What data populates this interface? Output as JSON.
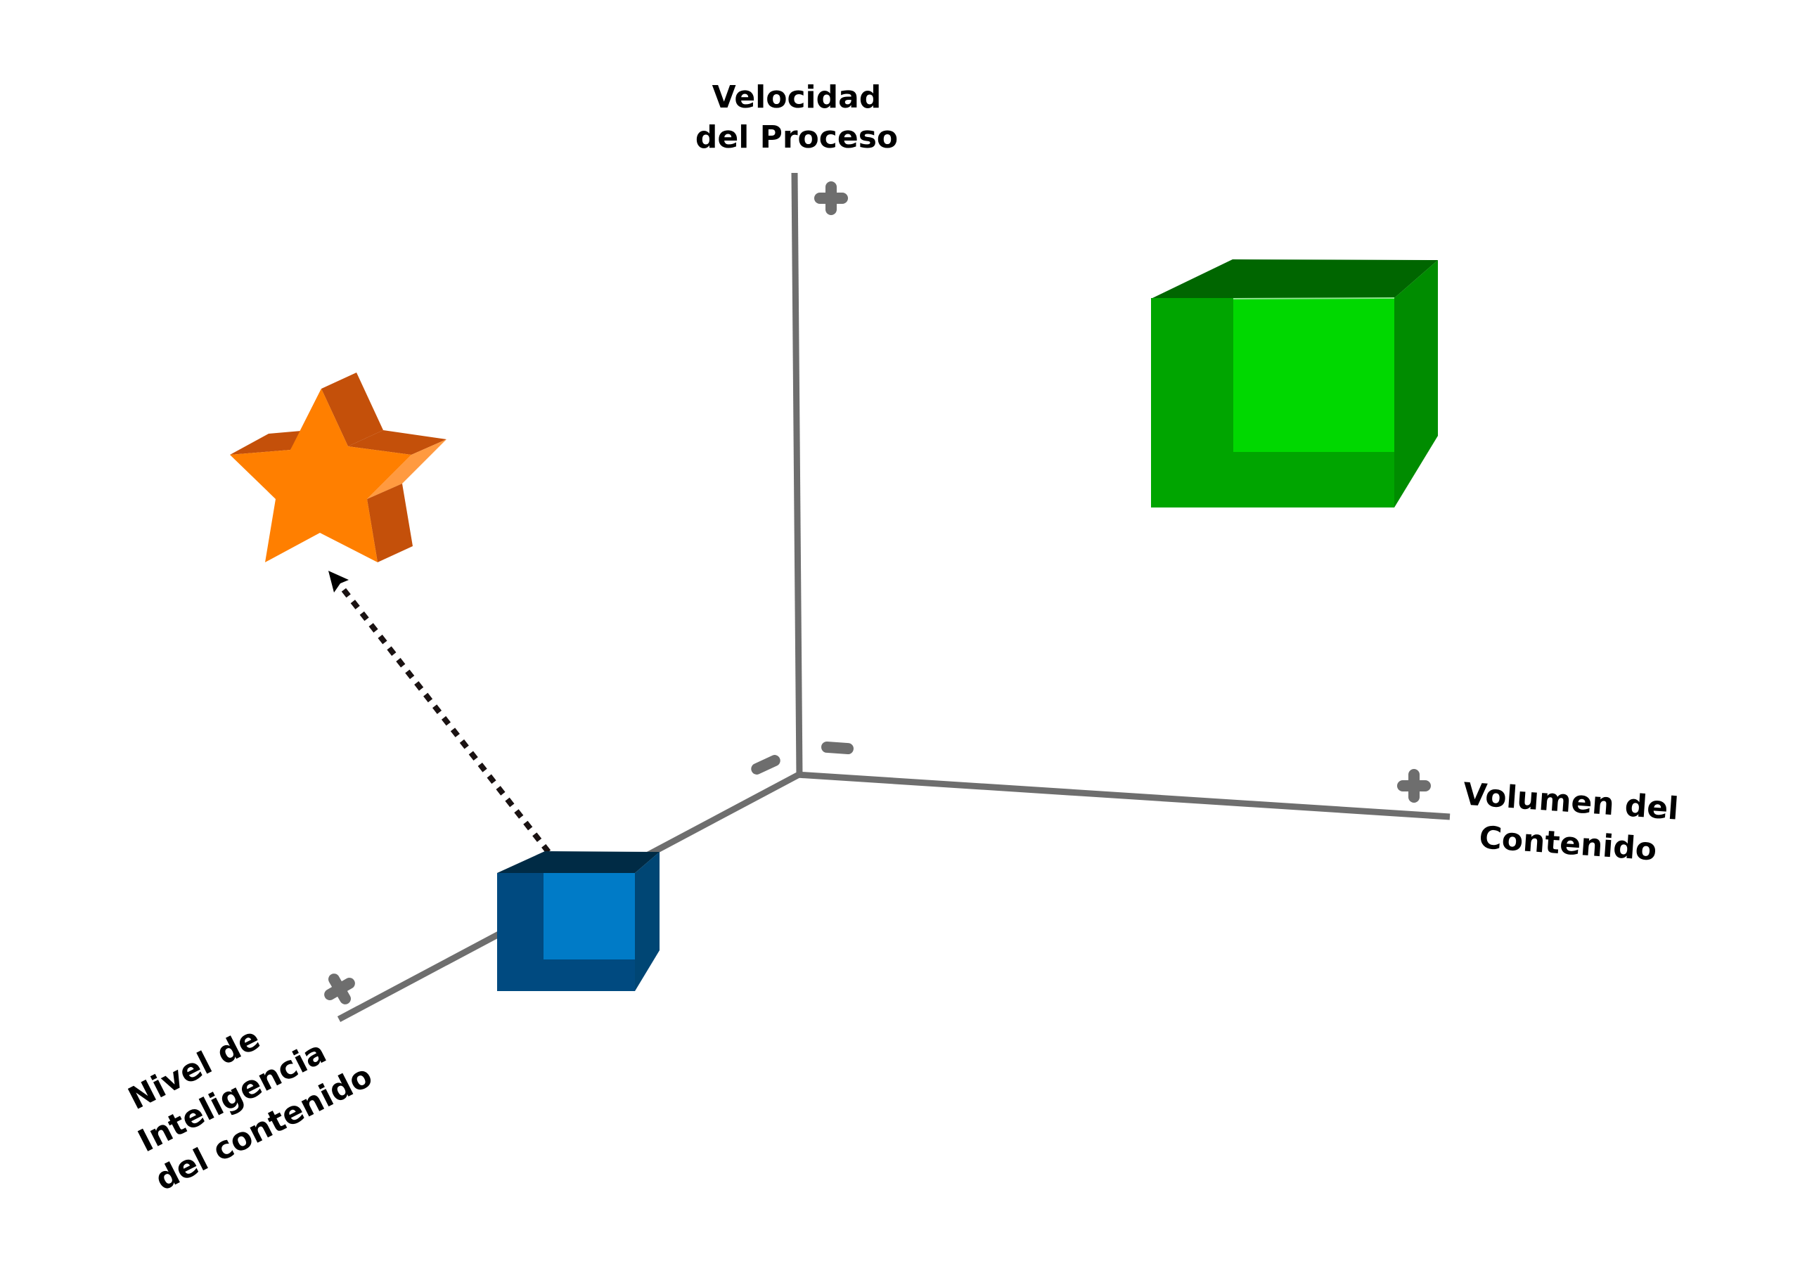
{
  "diagram": {
    "title": "3D content positioning diagram",
    "axes": {
      "vertical": {
        "label_lines": [
          "Velocidad",
          "del  Proceso"
        ],
        "positive_sign": "+",
        "negative_sign": "−"
      },
      "horizontal": {
        "label_lines": [
          "Volumen  del",
          "Contenido"
        ],
        "positive_sign": "+",
        "negative_sign": "−"
      },
      "depth": {
        "label_lines": [
          "Nivel  de",
          "Inteligencia",
          "del  contenido"
        ],
        "positive_sign": "+"
      }
    },
    "objects": [
      {
        "id": "green-cube",
        "shape": "cube",
        "position": "high speed, high volume",
        "colors": {
          "top": "#006600",
          "front": "#00a500",
          "inner": "#00d800",
          "side": "#008c00"
        }
      },
      {
        "id": "blue-cube",
        "shape": "cube",
        "position": "low speed, low volume, near intelligence axis",
        "colors": {
          "top": "#002b45",
          "front": "#004a80",
          "inner": "#007bc7",
          "side": "#004674"
        }
      },
      {
        "id": "orange-star",
        "shape": "star",
        "position": "high intelligence",
        "colors": {
          "front": "#ff7f00",
          "side": "#c4500a",
          "highlight": "#ff9a40"
        }
      }
    ],
    "arrow": {
      "from": "blue-cube",
      "to": "orange-star",
      "style": "dotted"
    }
  }
}
